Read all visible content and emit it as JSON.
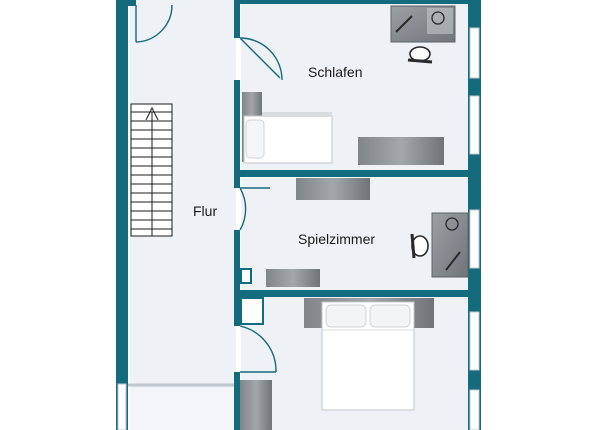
{
  "colors": {
    "wall": "#146b7e",
    "floor": "#eef1f6",
    "furniture": "#8a9094",
    "furniture_light": "#b9bec2",
    "bed_linen": "#ffffff"
  },
  "rooms": {
    "schlafen": "Schlafen",
    "flur": "Flur",
    "spielzimmer": "Spielzimmer"
  },
  "icons": [
    "desk-icon",
    "chair-icon",
    "bed-icon",
    "stairs-icon",
    "door-swing-icon"
  ]
}
